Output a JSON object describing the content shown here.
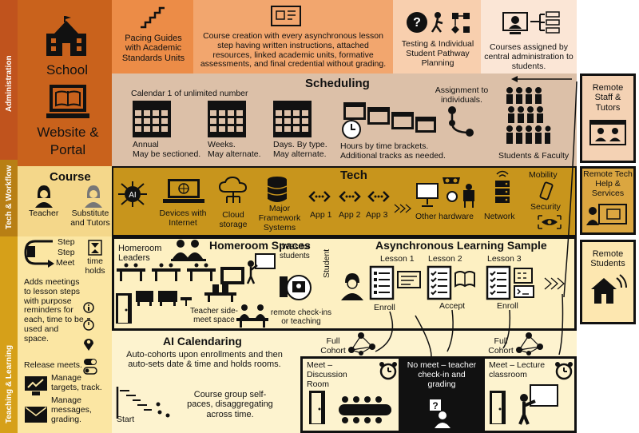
{
  "side_labels": {
    "administration": "Administration",
    "tech_workflow": "Tech & Workflow",
    "teaching_learning": "Teaching & Learning"
  },
  "admin": {
    "school": "School",
    "website": "Website &",
    "portal": "Portal",
    "pacing": "Pacing Guides with Academic Standards Units",
    "course_creation": "Course creation with every asynchronous lesson step having written instructions, attached resources, linked academic units, formative assessments, and final credential without grading.",
    "testing": "Testing & Individual Student Pathway Planning",
    "courses_assigned": "Courses assigned by central administration to students."
  },
  "scheduling": {
    "title": "Scheduling",
    "calendar_note": "Calendar 1 of unlimited number",
    "annual": "Annual\nMay be sectioned.",
    "weeks": "Weeks.\nMay alternate.",
    "days": "Days. By type.\nMay alternate.",
    "hours": "Hours by time brackets.\nAdditional tracks as needed.",
    "assignment": "Assignment to individuals.",
    "students_faculty": "Students & Faculty"
  },
  "remote": {
    "staff": "Remote Staff & Tutors",
    "tech_help": "Remote Tech Help & Services",
    "students": "Remote Students"
  },
  "course": {
    "title": "Course",
    "teacher": "Teacher",
    "substitute": "Substitute and Tutors"
  },
  "tech": {
    "title": "Tech",
    "ai": "AI",
    "devices": "Devices with Internet",
    "cloud": "Cloud storage",
    "frameworks": "Major Framework Systems",
    "app1": "App 1",
    "app2": "App 2",
    "app3": "App 3",
    "other_hw": "Other hardware",
    "network": "Network",
    "mobility": "Mobility",
    "security": "Security"
  },
  "teaching": {
    "step1": "Step",
    "step2": "Step",
    "meet": "Meet",
    "time_holds": "time holds",
    "adds_meetings": "Adds meetings to lesson steps with purpose reminders for each, time to be used and space.",
    "release": "Release meets.",
    "manage_targets": "Manage targets, track.",
    "manage_messages": "Manage messages, grading."
  },
  "homeroom": {
    "title": "Homeroom Spaces",
    "leaders": "Homeroom Leaders",
    "iwbs": "IWBs for students",
    "sidemeet": "Teacher side-meet space",
    "remote_checkins": "remote check-ins or teaching"
  },
  "async": {
    "title": "Asynchronous Learning Sample",
    "student": "Student",
    "lesson1": "Lesson 1",
    "lesson2": "Lesson 2",
    "lesson3": "Lesson 3",
    "enroll1": "Enroll",
    "accept": "Accept",
    "enroll2": "Enroll"
  },
  "ai_cal": {
    "title": "AI Calendaring",
    "desc": "Auto-cohorts upon enrollments and then auto-sets date & time and holds rooms.",
    "group": "Course group self-paces, disaggregating across time.",
    "start": "Start"
  },
  "meets": {
    "full_cohort1": "Full Cohort",
    "full_cohort2": "Full Cohort",
    "discussion": "Meet – Discussion Room",
    "nomeet": "No meet – teacher check-in and grading",
    "lecture": "Meet – Lecture classroom"
  }
}
